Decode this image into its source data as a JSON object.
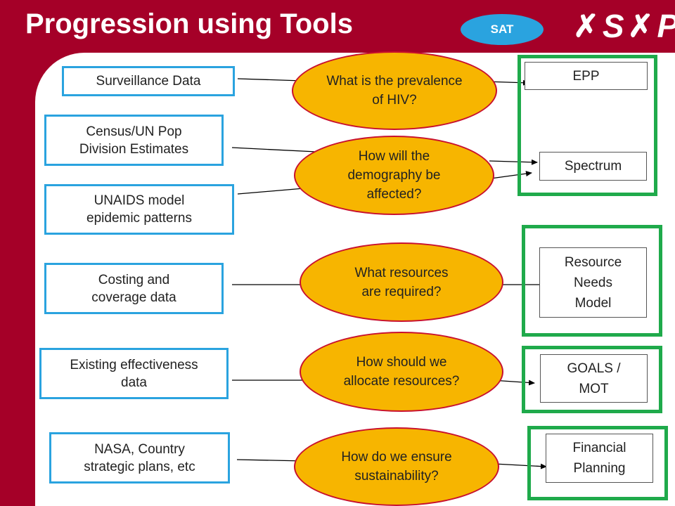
{
  "header": {
    "title": "Progression using Tools",
    "badge": "SAT",
    "logo": {
      "left": "S",
      "right": "P"
    }
  },
  "sources": [
    {
      "id": "surveillance",
      "label": "Surveillance Data"
    },
    {
      "id": "census",
      "label": "Census/UN Pop\nDivision Estimates"
    },
    {
      "id": "unaids",
      "label": "UNAIDS model\nepidemic patterns"
    },
    {
      "id": "costing",
      "label": "Costing and\ncoverage data"
    },
    {
      "id": "effectiveness",
      "label": "Existing effectiveness\ndata"
    },
    {
      "id": "nasa",
      "label": "NASA, Country\nstrategic plans, etc"
    }
  ],
  "questions": [
    {
      "id": "prevalence",
      "label": "What is the prevalence\nof HIV?"
    },
    {
      "id": "demography",
      "label": "How will the\ndemography be\naffected?"
    },
    {
      "id": "resources",
      "label": "What resources\nare required?"
    },
    {
      "id": "allocate",
      "label": "How should we\nallocate resources?"
    },
    {
      "id": "sustain",
      "label": "How do we ensure\nsustainability?"
    }
  ],
  "tools": [
    {
      "id": "epp",
      "label": "EPP"
    },
    {
      "id": "spectrum",
      "label": "Spectrum"
    },
    {
      "id": "rnm",
      "label": "Resource\nNeeds\nModel"
    },
    {
      "id": "goals",
      "label": "GOALS /\nMOT"
    },
    {
      "id": "financial",
      "label": "Financial\nPlanning"
    }
  ],
  "colors": {
    "frame": "#a50028",
    "source_border": "#2aa3df",
    "question_fill": "#f7b500",
    "question_border": "#c8102e",
    "group_border": "#1faa4b"
  }
}
